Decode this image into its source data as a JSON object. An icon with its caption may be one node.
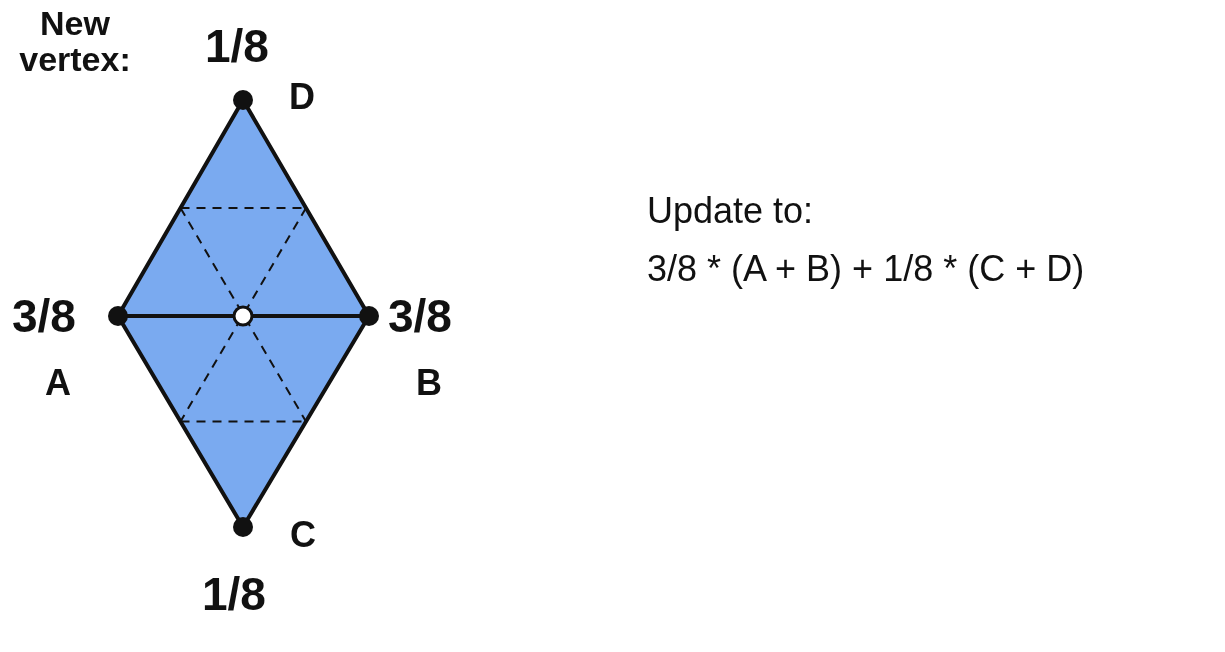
{
  "diagram": {
    "labels": [
      "New vertex:",
      "1/8",
      "D",
      "3/8",
      "A",
      "3/8",
      "B",
      "C",
      "1/8",
      "Update to:",
      "3/8 * (A + B) + 1/8 * (C + D)"
    ]
  }
}
